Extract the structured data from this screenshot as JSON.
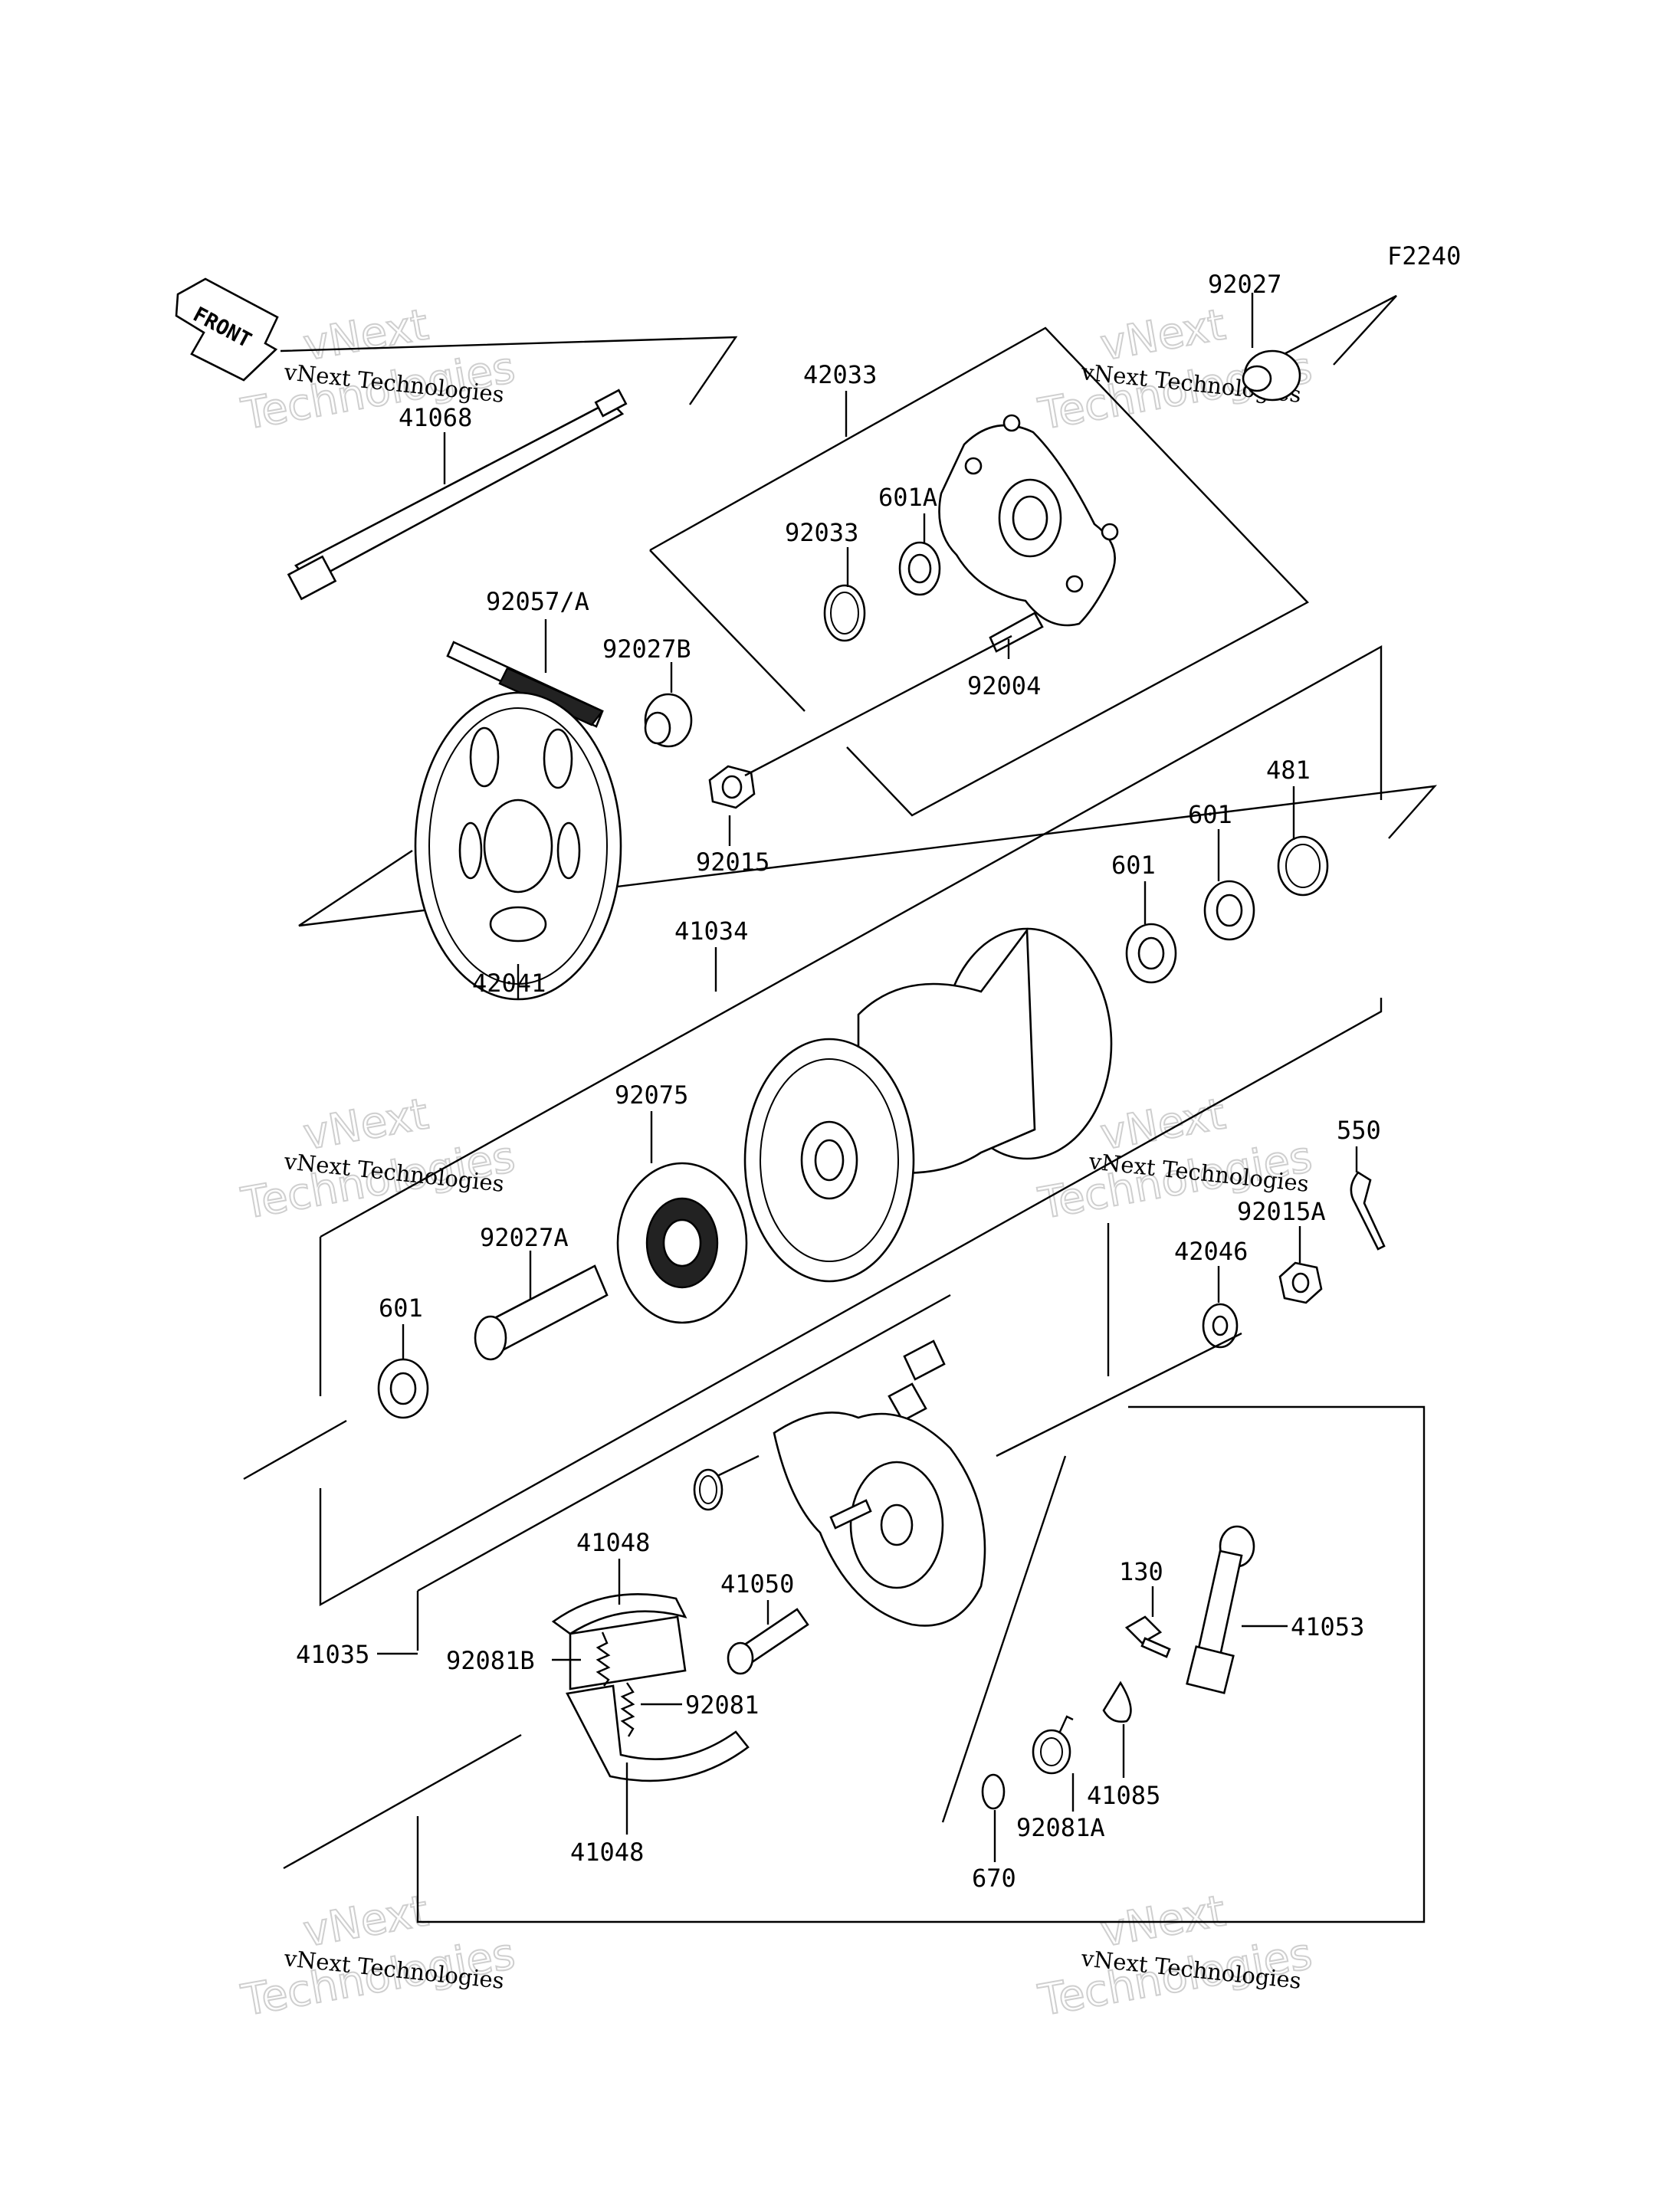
{
  "diagram": {
    "code": "F2240",
    "front_label": "FRONT",
    "watermark": {
      "line1": "vNext Technologies",
      "big1": "vNext",
      "big2": "Technologies"
    },
    "part_numbers": {
      "p41068": "41068",
      "p42033": "42033",
      "p92027": "92027",
      "p601A": "601A",
      "p92033": "92033",
      "p92057A": "92057/A",
      "p92027B": "92027B",
      "p92004": "92004",
      "p92015": "92015",
      "p481": "481",
      "p601_a": "601",
      "p601_b": "601",
      "p41034": "41034",
      "p42041": "42041",
      "p92075": "92075",
      "p550": "550",
      "p92015A": "92015A",
      "p42046": "42046",
      "p92027A": "92027A",
      "p601_c": "601",
      "p41048_top": "41048",
      "p41050": "41050",
      "p130": "130",
      "p41053": "41053",
      "p41035": "41035",
      "p92081B": "92081B",
      "p92081": "92081",
      "p41085": "41085",
      "p92081A": "92081A",
      "p670": "670",
      "p41048_bot": "41048"
    }
  }
}
